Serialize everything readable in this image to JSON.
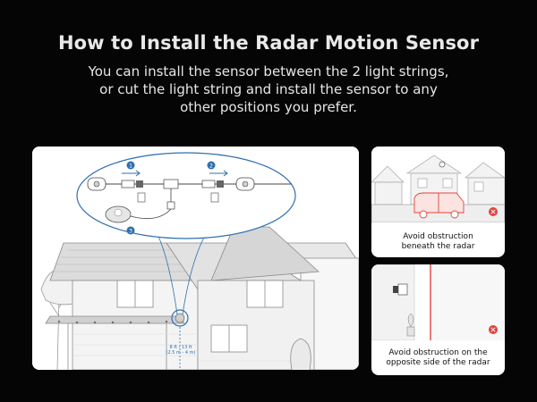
{
  "title": "How to Install the Radar Motion Sensor",
  "subtitle_line1": "You can install the sensor between the 2 light strings,",
  "subtitle_line2": "or cut the light string and install the sensor to any",
  "subtitle_line3": "other positions you prefer.",
  "main_panel": {
    "step1": "1",
    "step2": "2",
    "step3": "3",
    "height_label": "8 ft - 13 ft",
    "height_label_metric": "(2.5 m - 4 m)"
  },
  "tip_beneath": {
    "line1": "Avoid obstruction",
    "line2": "beneath the radar"
  },
  "tip_opposite": {
    "line1": "Avoid obstruction on the",
    "line2": "opposite side of the radar"
  },
  "colors": {
    "background": "#050505",
    "accent_blue": "#2f6fb0",
    "warning_red": "#e0443c"
  }
}
